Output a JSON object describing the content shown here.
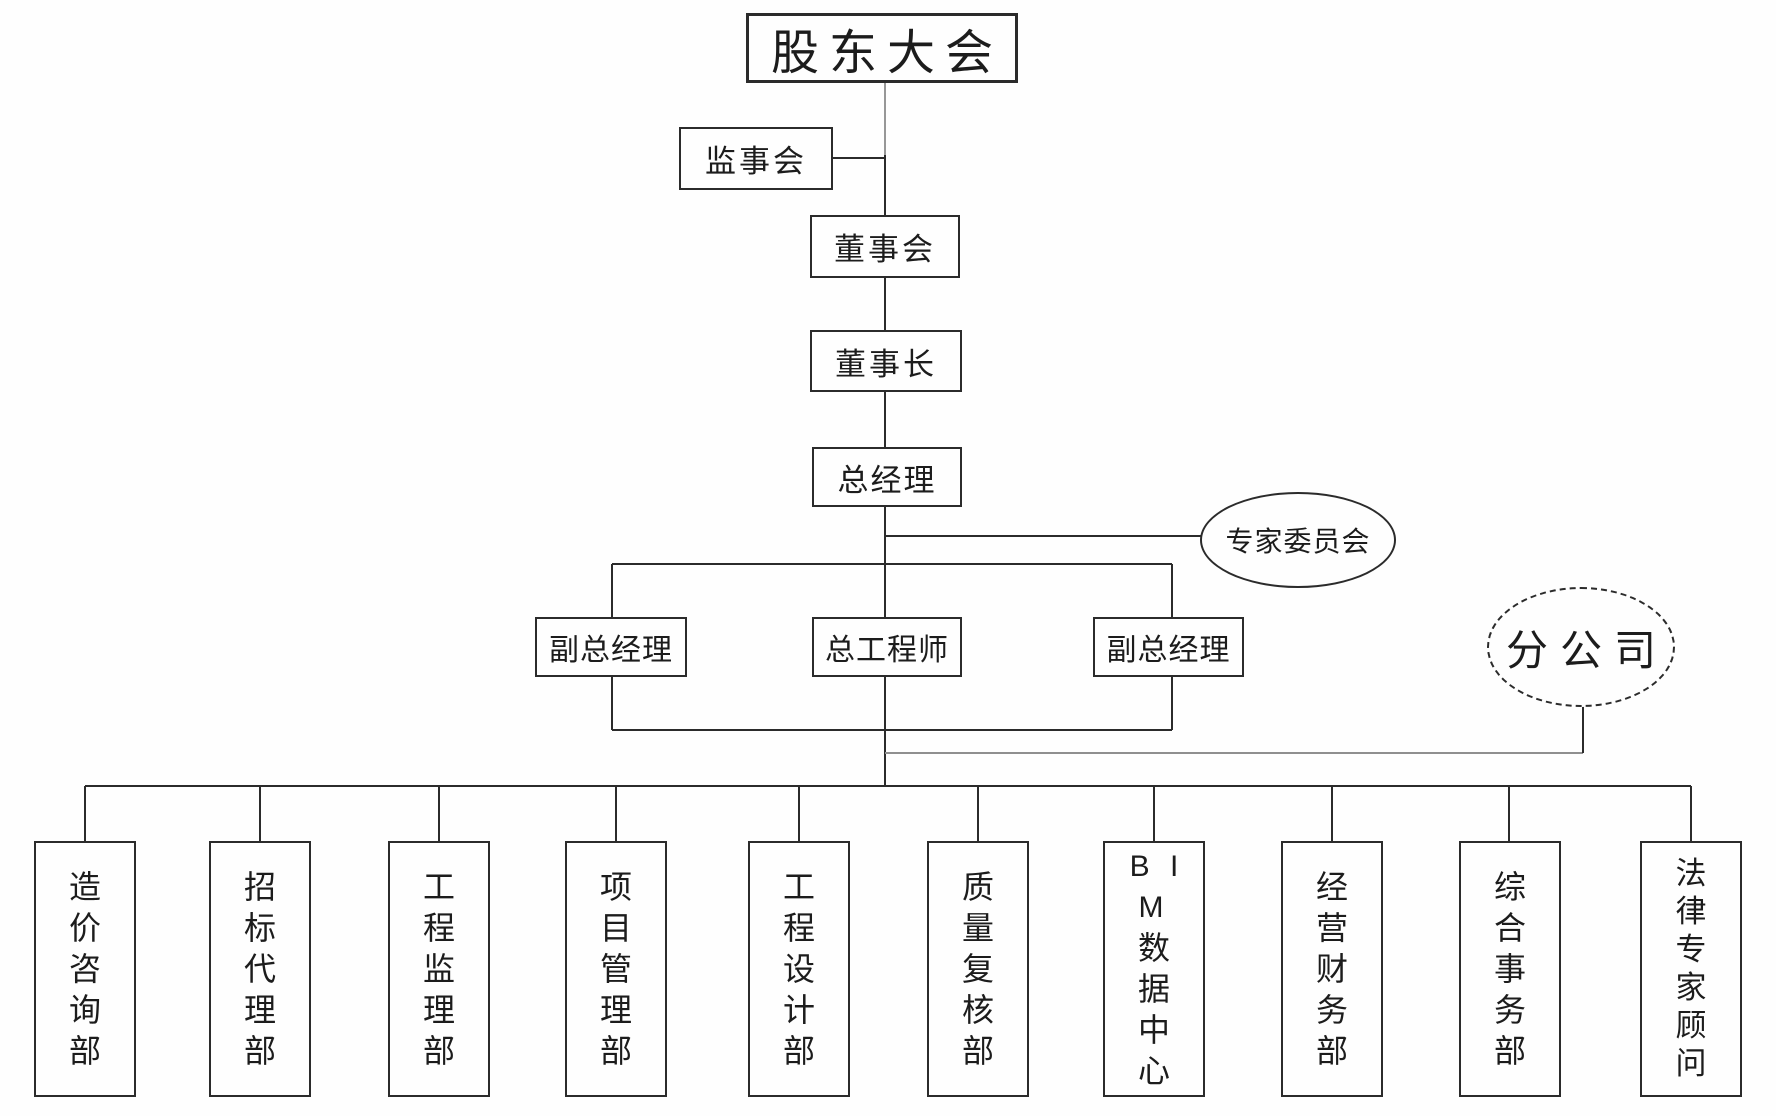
{
  "org": {
    "top": {
      "label": "股东大会"
    },
    "supervisory": {
      "label": "监事会"
    },
    "board": {
      "label": "董事会"
    },
    "chairman": {
      "label": "董事长"
    },
    "general_manager": {
      "label": "总经理"
    },
    "expert_committee": {
      "label": "专家委员会"
    },
    "deputy_gm_left": {
      "label": "副总经理"
    },
    "chief_engineer": {
      "label": "总工程师"
    },
    "deputy_gm_right": {
      "label": "副总经理"
    },
    "branch_company": {
      "label": "分公司"
    },
    "departments": [
      {
        "id": "cost-consulting",
        "lines": [
          "造",
          "价",
          "咨",
          "询",
          "部"
        ]
      },
      {
        "id": "bidding-agency",
        "lines": [
          "招",
          "标",
          "代",
          "理",
          "部"
        ]
      },
      {
        "id": "engineering-supervision",
        "lines": [
          "工",
          "程",
          "监",
          "理",
          "部"
        ]
      },
      {
        "id": "project-management",
        "lines": [
          "项",
          "目",
          "管",
          "理",
          "部"
        ]
      },
      {
        "id": "engineering-design",
        "lines": [
          "工",
          "程",
          "设",
          "计",
          "部"
        ]
      },
      {
        "id": "quality-review",
        "lines": [
          "质",
          "量",
          "复",
          "核",
          "部"
        ]
      },
      {
        "id": "bim-data-center",
        "lines": [
          "B I M",
          "数",
          "据",
          "中",
          "心"
        ]
      },
      {
        "id": "operations-finance",
        "lines": [
          "经",
          "营",
          "财",
          "务",
          "部"
        ]
      },
      {
        "id": "general-affairs",
        "lines": [
          "综",
          "合",
          "事",
          "务",
          "部"
        ]
      },
      {
        "id": "legal-expert-advisor",
        "lines": [
          "法",
          "律",
          "专",
          "家",
          "顾",
          "问"
        ]
      }
    ]
  },
  "colors": {
    "line": "#2b2b2b",
    "line_gray": "#979797",
    "border": "#2b2b2b",
    "text": "#1c1c1c",
    "background": "#fefefe"
  }
}
